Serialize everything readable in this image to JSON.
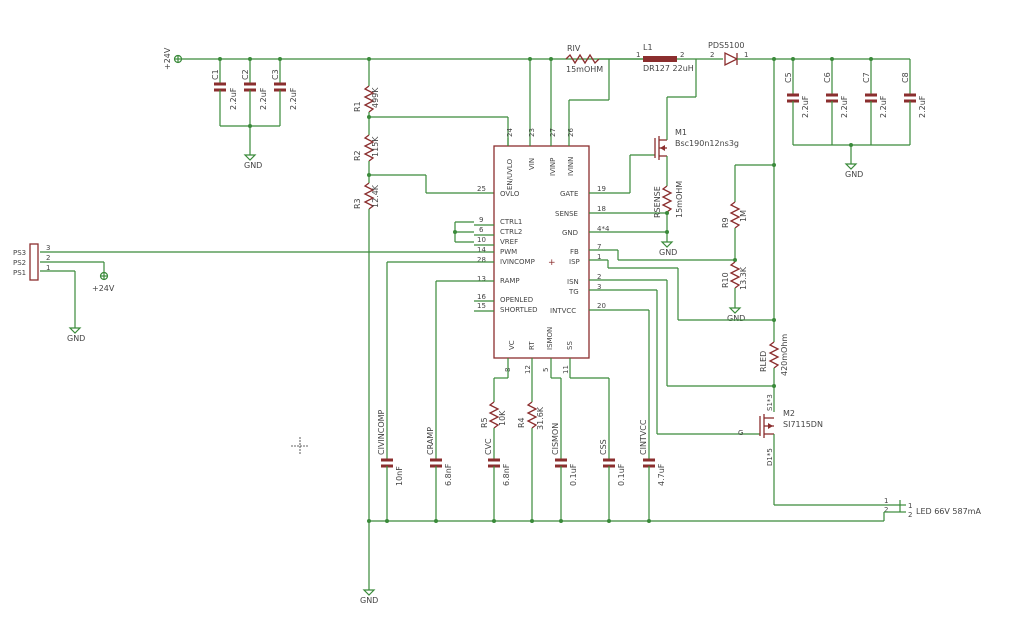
{
  "supply": {
    "label": "+24V"
  },
  "connector_supply": {
    "label": "+24V"
  },
  "gnd": {
    "label": "GND"
  },
  "caps_in": [
    {
      "name": "C1",
      "value": "2.2uF"
    },
    {
      "name": "C2",
      "value": "2.2uF"
    },
    {
      "name": "C3",
      "value": "2.2uF"
    }
  ],
  "caps_out": [
    {
      "name": "C5",
      "value": "2.2uF"
    },
    {
      "name": "C6",
      "value": "2.2uF"
    },
    {
      "name": "C7",
      "value": "2.2uF"
    },
    {
      "name": "C8",
      "value": "2.2uF"
    }
  ],
  "riv": {
    "name": "RIV",
    "value": "15mOHM"
  },
  "l1": {
    "name": "L1",
    "value": "DR127 22uH",
    "pin1": "1",
    "pin2": "2"
  },
  "diode": {
    "name": "PDS5100",
    "pin_a": "1",
    "pin_b": "2"
  },
  "m1": {
    "name": "M1",
    "value": "Bsc190n12ns3g"
  },
  "rsense": {
    "name": "RSENSE",
    "value": "15mOHM"
  },
  "r1": {
    "name": "R1",
    "value": "499K"
  },
  "r2": {
    "name": "R2",
    "value": "115K"
  },
  "r3": {
    "name": "R3",
    "value": "12.4K"
  },
  "r9": {
    "name": "R9",
    "value": "1M"
  },
  "r10": {
    "name": "R10",
    "value": "13.3K"
  },
  "r5": {
    "name": "R5",
    "value": "10K"
  },
  "r4": {
    "name": "R4",
    "value": "31.6K"
  },
  "rled": {
    "name": "RLED",
    "value": "420mOhm"
  },
  "m2": {
    "name": "M2",
    "value": "SI7115DN",
    "g": "G",
    "s": "S1*3",
    "d": "D1*5"
  },
  "led": {
    "label": "LED 66V 587mA",
    "pin1": "1",
    "pin2": "2"
  },
  "conn": {
    "p3": "PS3",
    "p2": "PS2",
    "p1": "PS1",
    "n3": "3",
    "n2": "2",
    "n1": "1"
  },
  "caps_bottom": [
    {
      "name": "CIVINCOMP",
      "value": "10nF"
    },
    {
      "name": "CRAMP",
      "value": "6.8nF"
    },
    {
      "name": "CVC",
      "value": "6.8nF"
    },
    {
      "name": "CISMON",
      "value": "0.1uF"
    },
    {
      "name": "CSS",
      "value": "0.1uF"
    },
    {
      "name": "CINTVCC",
      "value": "4.7uF"
    }
  ],
  "ic": {
    "top": [
      {
        "num": "24",
        "name": "EN/UVLO"
      },
      {
        "num": "23",
        "name": "VIN"
      },
      {
        "num": "27",
        "name": "IVINP"
      },
      {
        "num": "26",
        "name": "IVINN"
      }
    ],
    "left": [
      {
        "num": "25",
        "name": "OVLO"
      },
      {
        "num": "9",
        "name": "CTRL1"
      },
      {
        "num": "6",
        "name": "CTRL2"
      },
      {
        "num": "10",
        "name": "VREF"
      },
      {
        "num": "14",
        "name": "PWM"
      },
      {
        "num": "28",
        "name": "IVINCOMP"
      },
      {
        "num": "13",
        "name": "RAMP"
      },
      {
        "num": "16",
        "name": "OPENLED"
      },
      {
        "num": "15",
        "name": "SHORTLED"
      }
    ],
    "right": [
      {
        "num": "19",
        "name": "GATE"
      },
      {
        "num": "18",
        "name": "SENSE"
      },
      {
        "num": "4*4",
        "name": "GND"
      },
      {
        "num": "7",
        "name": "FB"
      },
      {
        "num": "1",
        "name": "ISP"
      },
      {
        "num": "2",
        "name": "ISN"
      },
      {
        "num": "3",
        "name": "TG"
      },
      {
        "num": "20",
        "name": "INTVCC"
      }
    ],
    "bottom": [
      {
        "num": "8",
        "name": "VC"
      },
      {
        "num": "12",
        "name": "RT"
      },
      {
        "num": "5",
        "name": "ISMON"
      },
      {
        "num": "11",
        "name": "SS"
      }
    ]
  }
}
